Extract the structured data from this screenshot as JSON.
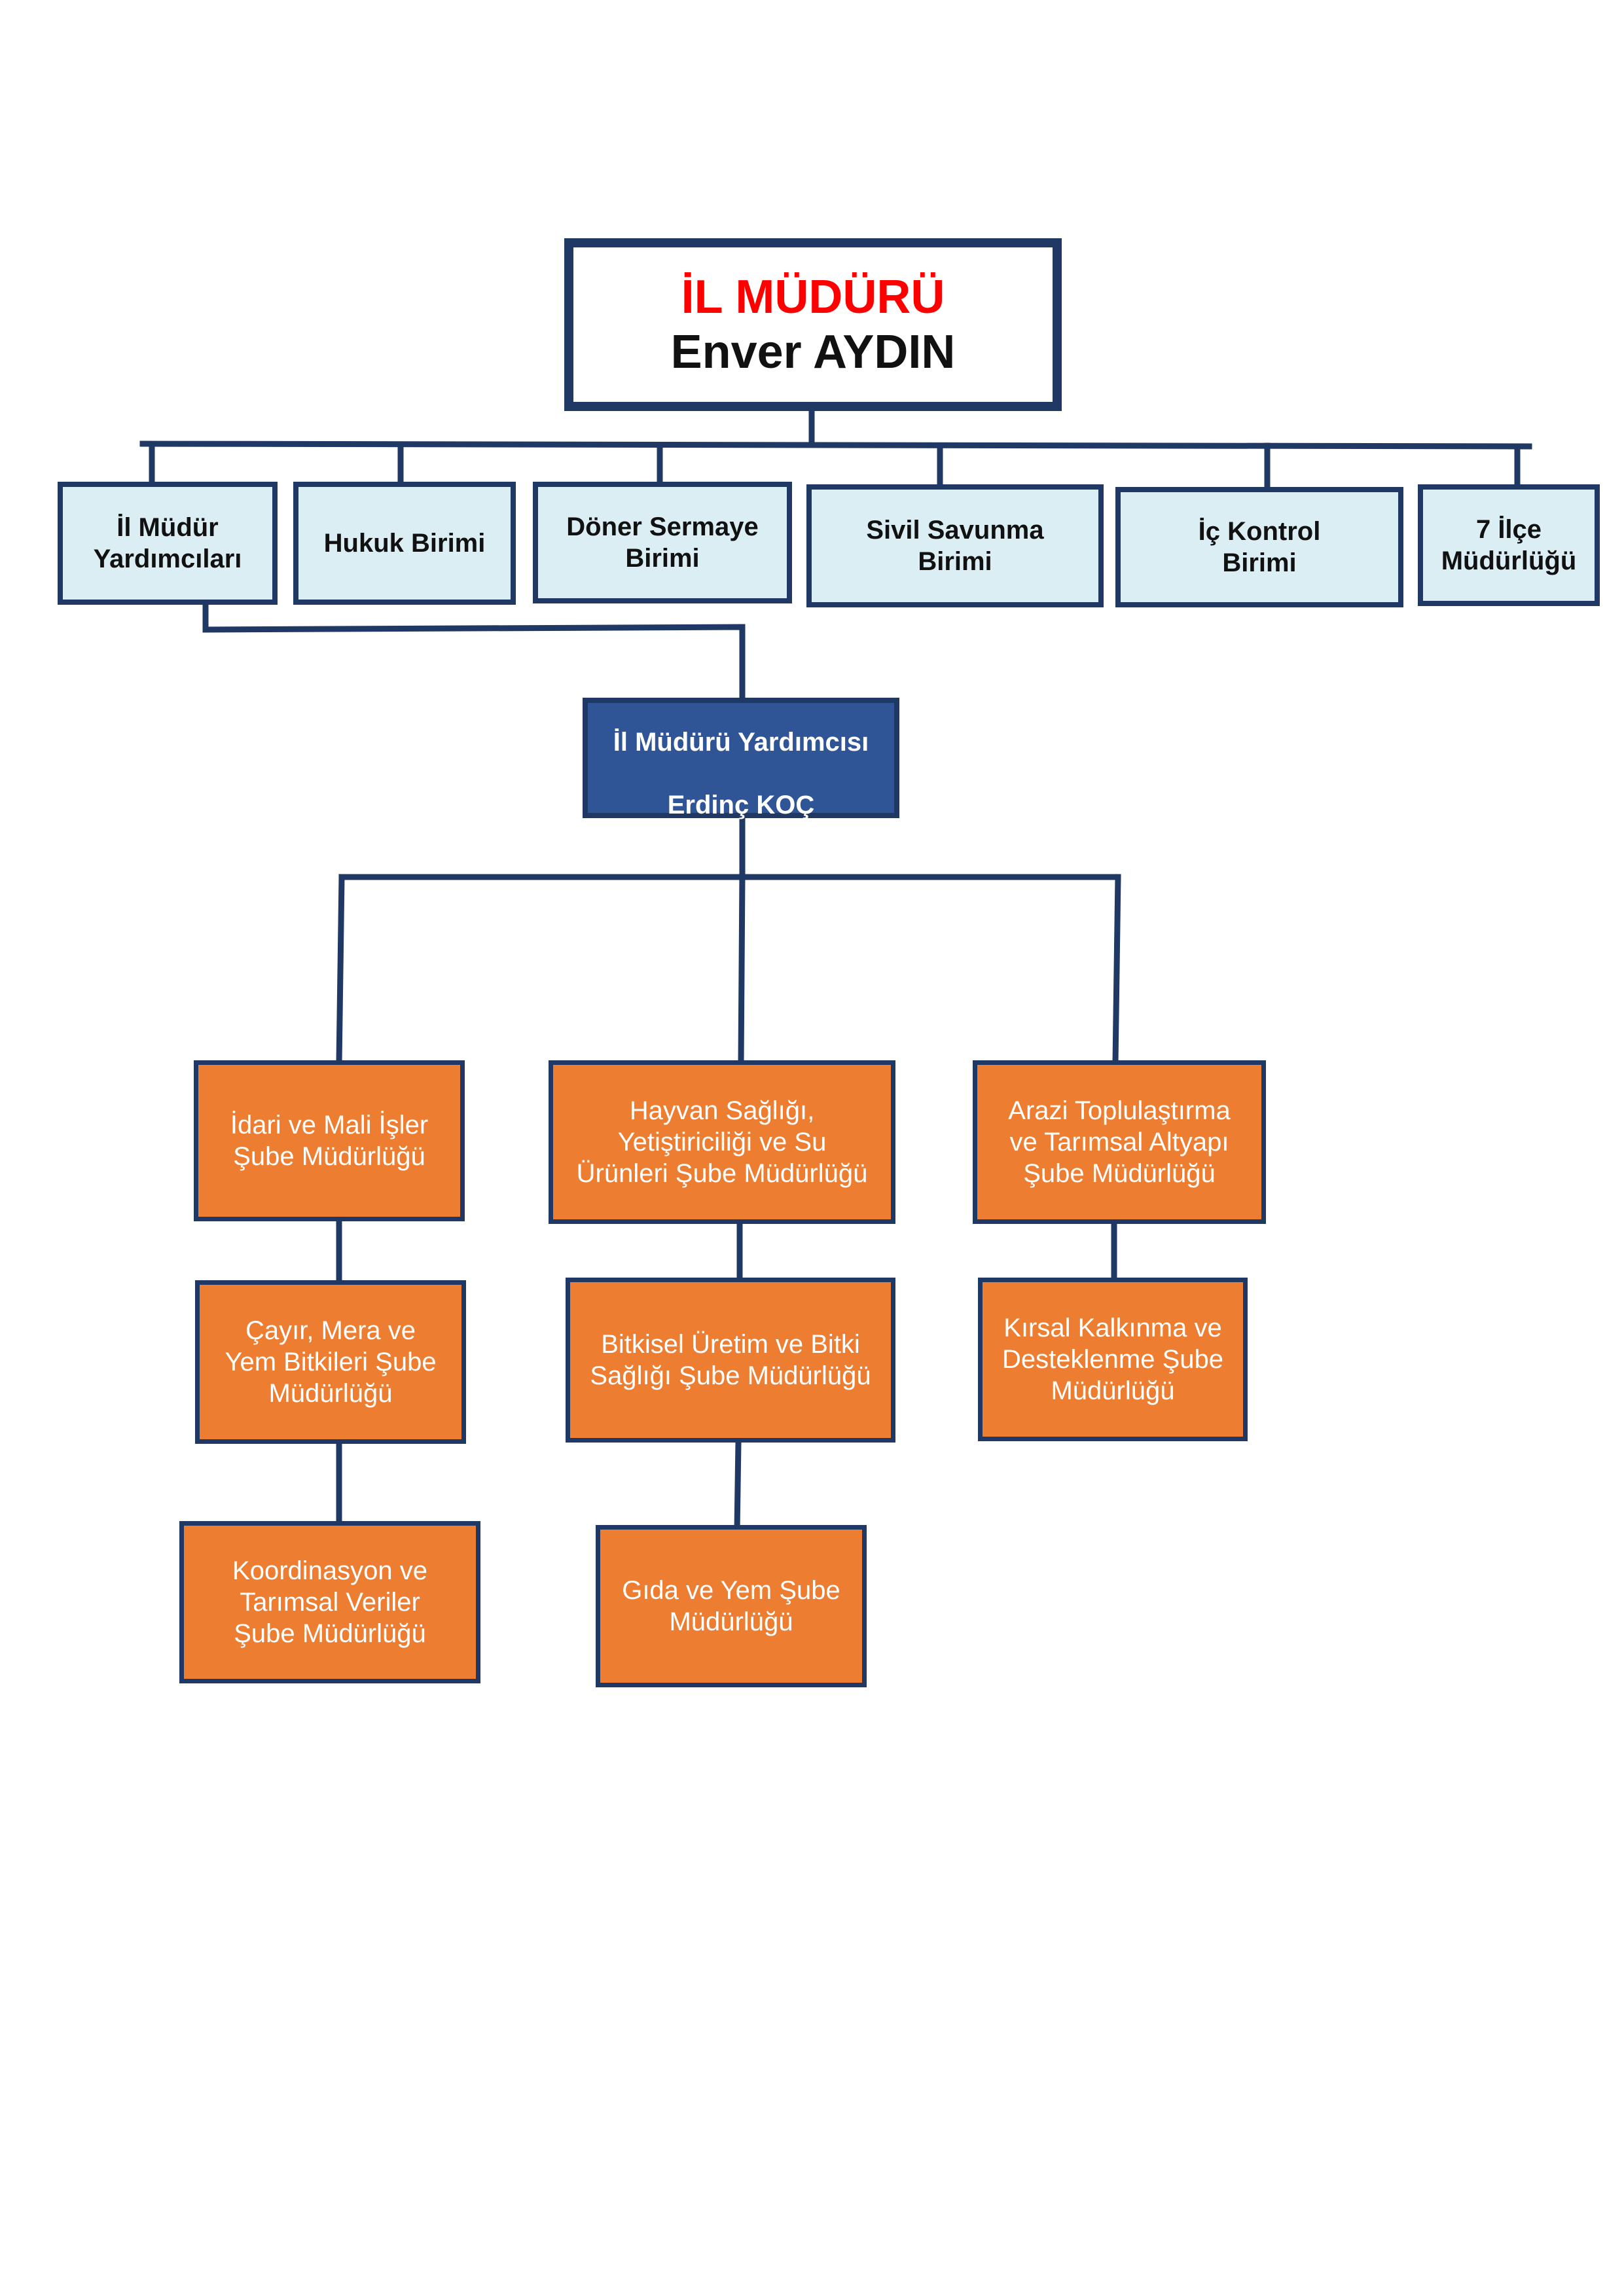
{
  "director": {
    "title": "İL MÜDÜRÜ",
    "name": "Enver AYDIN"
  },
  "units": [
    "İl Müdür\nYardımcıları",
    "Hukuk Birimi",
    "Döner Sermaye\nBirimi",
    "Sivil Savunma\nBirimi",
    "İç Kontrol\nBirimi",
    "7 İlçe\nMüdürlüğü"
  ],
  "deputy": {
    "title": "İl Müdürü Yardımcısı",
    "name": "Erdinç KOÇ"
  },
  "branches": {
    "left": [
      "İdari ve Mali İşler\nŞube Müdürlüğü",
      "Çayır, Mera ve\nYem Bitkileri Şube\nMüdürlüğü",
      "Koordinasyon ve\nTarımsal Veriler\nŞube Müdürlüğü"
    ],
    "center": [
      "Hayvan Sağlığı,\nYetiştiriciliği ve Su\nÜrünleri Şube Müdürlüğü",
      "Bitkisel Üretim ve Bitki\nSağlığı Şube Müdürlüğü",
      "Gıda ve Yem Şube\nMüdürlüğü"
    ],
    "right": [
      "Arazi Toplulaştırma\nve Tarımsal Altyapı\nŞube Müdürlüğü",
      "Kırsal Kalkınma ve\nDesteklenme Şube\nMüdürlüğü"
    ]
  },
  "colors": {
    "line": "#1f3864",
    "director_title": "#ff0000",
    "unit_fill": "#dbeef4",
    "deputy_fill": "#2f5597",
    "branch_fill": "#ed7d31"
  }
}
